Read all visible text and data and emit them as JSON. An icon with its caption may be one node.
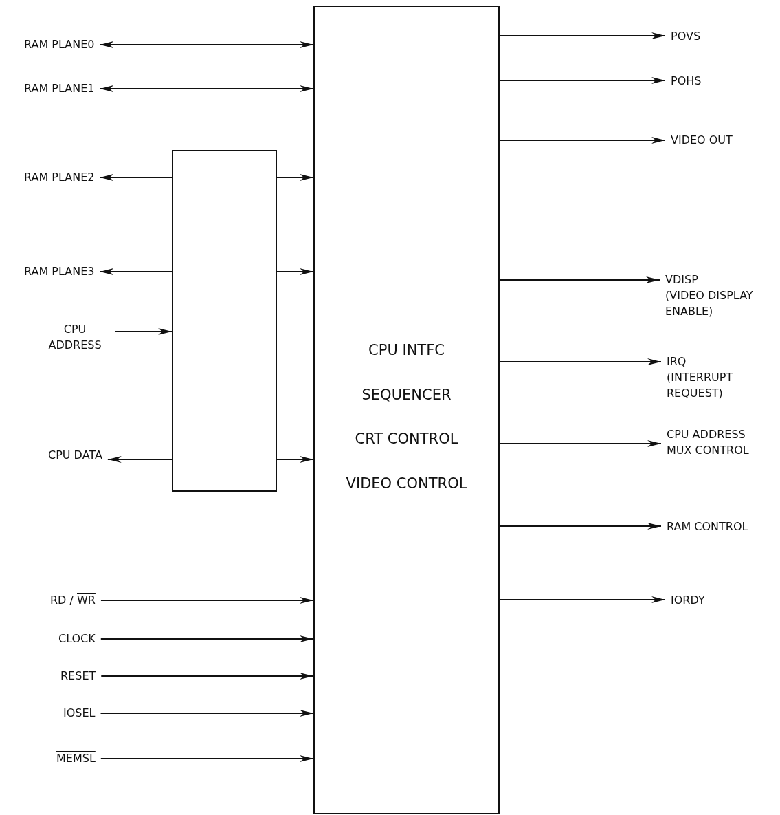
{
  "diagram": {
    "nodes": [
      {
        "text": [
          "CPU INTFC",
          "SEQUENCER",
          "CRT CONTROL",
          "VIDEO CONTROL"
        ]
      },
      {
        "text": [],
        "shape": "box"
      },
      {
        "text": [
          "RAM PLANE0"
        ]
      },
      {
        "text": [
          "RAM PLANE1"
        ]
      },
      {
        "text": [
          "RAM PLANE2"
        ]
      },
      {
        "text": [
          "RAM PLANE3"
        ]
      },
      {
        "text": [
          "CPU ADDRESS"
        ]
      },
      {
        "text": [
          "CPU DATA"
        ]
      },
      {
        "text": [
          "RD / WR"
        ]
      },
      {
        "text": [
          "CLOCK"
        ]
      },
      {
        "text": [
          "RESET"
        ]
      },
      {
        "text": [
          "IOSEL"
        ]
      },
      {
        "text": [
          "MEMSL"
        ]
      },
      {
        "text": [
          "POVS"
        ]
      },
      {
        "text": [
          "POHS"
        ]
      },
      {
        "text": [
          "VIDEO OUT"
        ]
      },
      {
        "text": [
          "VDISP",
          "(VIDEO DISPLAY ENABLE)"
        ]
      },
      {
        "text": [
          "IRQ",
          "(INTERRUPT REQUEST)"
        ]
      },
      {
        "text": [
          "CPU ADDRESS MUX CONTROL"
        ]
      },
      {
        "text": [
          "RAM CONTROL"
        ]
      },
      {
        "text": [
          "IORDY"
        ]
      }
    ],
    "edges": [
      {
        "from": 2,
        "to": 0,
        "arrow": "both"
      },
      {
        "from": 3,
        "to": 0,
        "arrow": "both"
      },
      {
        "from": 1,
        "to": 4,
        "arrow": "to"
      },
      {
        "from": 1,
        "to": 0,
        "arrow": "to"
      },
      {
        "from": 1,
        "to": 5,
        "arrow": "to"
      },
      {
        "from": 1,
        "to": 0,
        "arrow": "to"
      },
      {
        "from": 6,
        "to": 1,
        "arrow": "to"
      },
      {
        "from": 1,
        "to": 7,
        "arrow": "to"
      },
      {
        "from": 1,
        "to": 0,
        "arrow": "to"
      },
      {
        "from": 8,
        "to": 0,
        "arrow": "to"
      },
      {
        "from": 9,
        "to": 0,
        "arrow": "to"
      },
      {
        "from": 10,
        "to": 0,
        "arrow": "to"
      },
      {
        "from": 11,
        "to": 0,
        "arrow": "to"
      },
      {
        "from": 12,
        "to": 0,
        "arrow": "to"
      },
      {
        "from": 0,
        "to": 13,
        "arrow": "to"
      },
      {
        "from": 0,
        "to": 14,
        "arrow": "to"
      },
      {
        "from": 0,
        "to": 15,
        "arrow": "to"
      },
      {
        "from": 0,
        "to": 16,
        "arrow": "to"
      },
      {
        "from": 0,
        "to": 17,
        "arrow": "to"
      },
      {
        "from": 0,
        "to": 18,
        "arrow": "to"
      },
      {
        "from": 0,
        "to": 19,
        "arrow": "to"
      },
      {
        "from": 0,
        "to": 20,
        "arrow": "to"
      }
    ]
  }
}
